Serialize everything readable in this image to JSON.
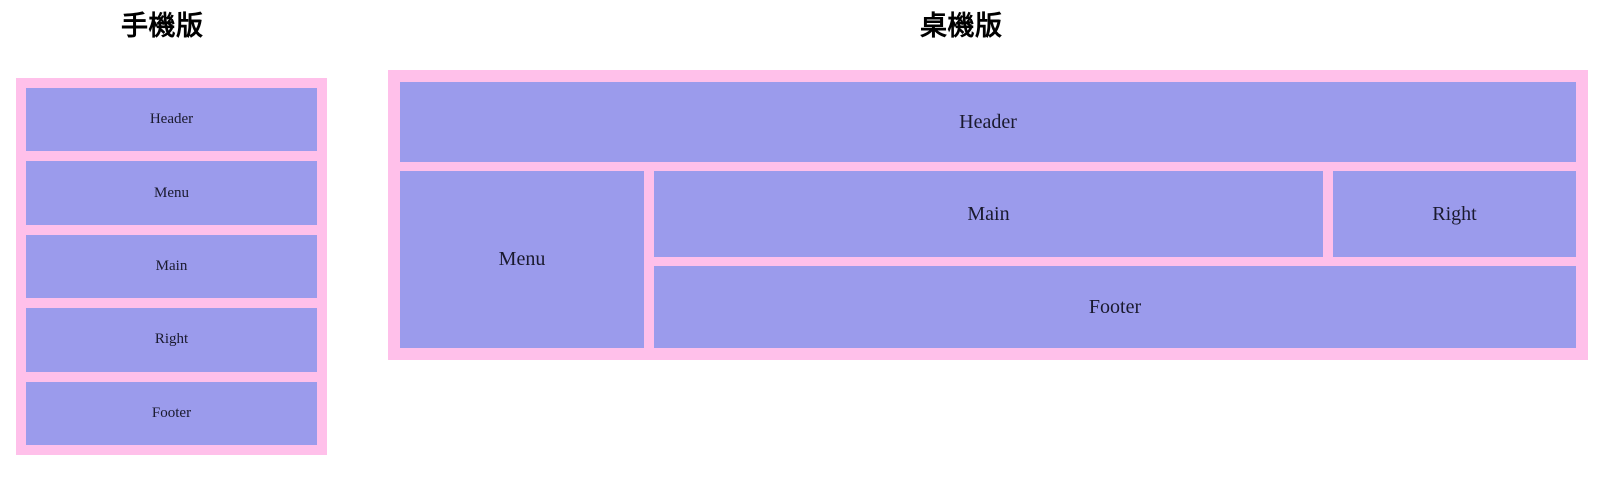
{
  "page": {
    "background_color": "#ffffff",
    "purple_color": "#9b9bec",
    "pink_color": "#ffc0ea",
    "text_color": "#1a1a2e"
  },
  "panels": {
    "mobile": {
      "title": "手機版",
      "blocks": [
        {
          "label": "Header"
        },
        {
          "label": "Menu"
        },
        {
          "label": "Main"
        },
        {
          "label": "Right"
        },
        {
          "label": "Footer"
        }
      ]
    },
    "desktop": {
      "title": "桌機版",
      "blocks": {
        "header": "Header",
        "menu": "Menu",
        "main": "Main",
        "right": "Right",
        "footer": "Footer"
      }
    }
  }
}
